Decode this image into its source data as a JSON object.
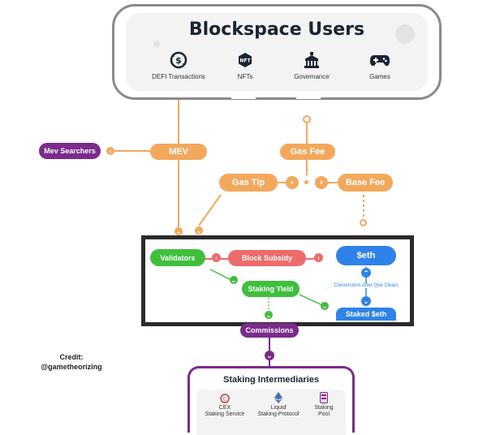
{
  "header": {
    "title": "Blockspace Users",
    "categories": [
      {
        "label": "DEFI Transactions",
        "icon": "defi-exchange-icon"
      },
      {
        "label": "NFTs",
        "icon": "nft-icon"
      },
      {
        "label": "Governance",
        "icon": "governance-building-icon"
      },
      {
        "label": "Games",
        "icon": "gamepad-icon"
      }
    ]
  },
  "nodes": {
    "mev_searchers": "Mev Searchers",
    "mev": "MEV",
    "gas_fee": "Gas Fee",
    "gas_tip": "Gas Tip",
    "base_fee": "Base Fee",
    "validators": "Validators",
    "block_subsidy": "Block Subsidy",
    "eth": "$eth",
    "conversions": "Conversions After Que Clears",
    "staking_yield": "Staking Yield",
    "staked_eth": "Staked $eth",
    "commissions": "Commissions"
  },
  "intermediaries": {
    "title": "Staking Intermediaries",
    "items": [
      {
        "label_lines": [
          "CEX",
          "Staking Service"
        ],
        "icon": "cex-coin-icon"
      },
      {
        "label_lines": [
          "Liquid",
          "Staking Protocol"
        ],
        "icon": "ethereum-icon"
      },
      {
        "label_lines": [
          "Staking",
          "Pool"
        ],
        "icon": "pool-icon"
      }
    ]
  },
  "credit": {
    "line1": "Credit:",
    "line2": "@gametheorizing"
  },
  "colors": {
    "orange": "#f3a85c",
    "purple": "#7b2b8a",
    "green": "#3fbf3c",
    "red": "#ee6b6c",
    "blue": "#2f82e8",
    "dark_frame": "#2b2b2b"
  }
}
